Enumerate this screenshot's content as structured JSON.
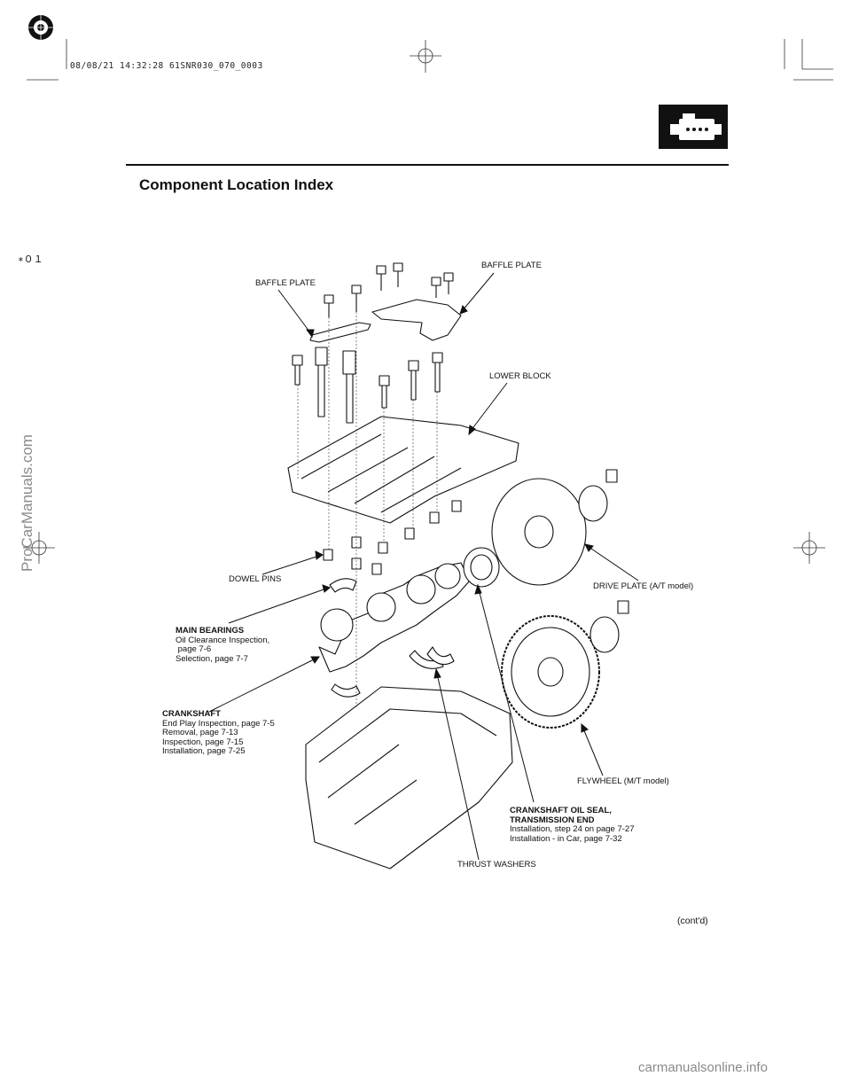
{
  "print_stamp": "08/08/21 14:32:28 61SNR030_070_0003",
  "page_title": "Component Location Index",
  "side_mark": "∗０１",
  "section_icon": "engine-icon",
  "watermark": "ProCarManuals.com",
  "footer_site": "carmanualsonline.info",
  "continued": "(cont'd)",
  "callouts": {
    "baffle_plate_left": "BAFFLE PLATE",
    "baffle_plate_right": "BAFFLE PLATE",
    "lower_block": "LOWER BLOCK",
    "dowel_pins": "DOWEL PINS",
    "drive_plate": "DRIVE PLATE (A/T model)",
    "main_bearings": {
      "title": "MAIN BEARINGS",
      "lines": [
        "Oil Clearance Inspection,",
        " page 7-6",
        "Selection, page 7-7"
      ]
    },
    "crankshaft": {
      "title": "CRANKSHAFT",
      "lines": [
        "End Play Inspection, page 7-5",
        "Removal, page 7-13",
        "Inspection, page 7-15",
        "Installation, page 7-25"
      ]
    },
    "flywheel": "FLYWHEEL (M/T model)",
    "crank_oil_seal": {
      "title_1": "CRANKSHAFT OIL SEAL,",
      "title_2": "TRANSMISSION END",
      "lines": [
        "Installation, step 24 on page 7-27",
        "Installation - in Car, page 7-32"
      ]
    },
    "thrust_washers": "THRUST WASHERS"
  }
}
